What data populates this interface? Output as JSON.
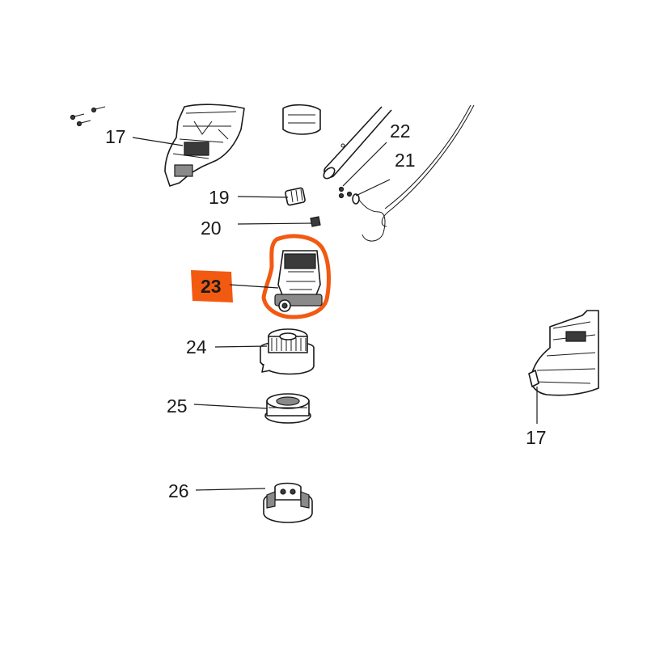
{
  "highlight_color": "#f25a12",
  "callouts": {
    "c17a": "17",
    "c19": "19",
    "c20": "20",
    "c21": "21",
    "c22": "22",
    "c23": "23",
    "c24": "24",
    "c25": "25",
    "c26": "26",
    "c17b": "17"
  }
}
